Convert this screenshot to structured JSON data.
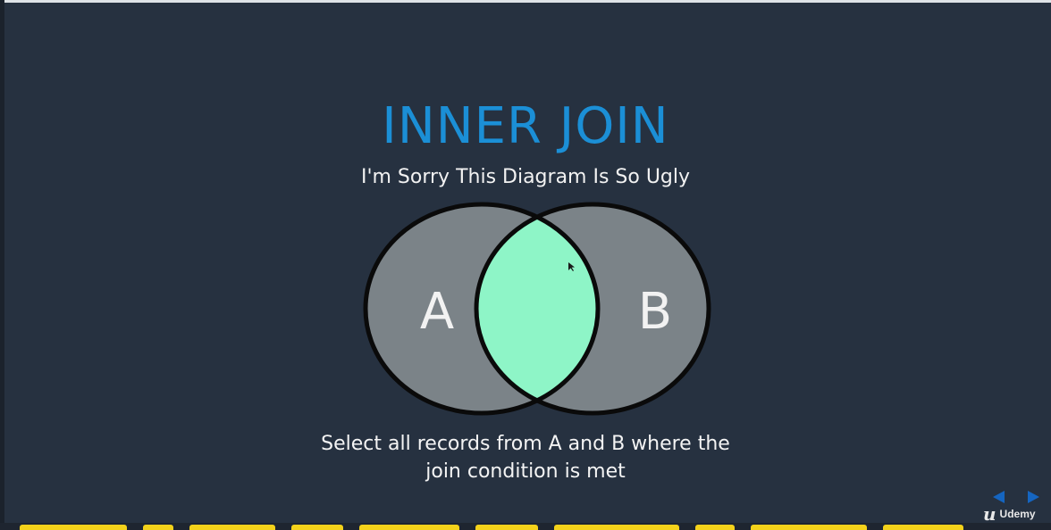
{
  "slide": {
    "title": "INNER JOIN",
    "subtitle": "I'm Sorry This Diagram Is So Ugly",
    "caption_line1": "Select all records from A and B where the",
    "caption_line2": "join condition is met"
  },
  "diagram": {
    "type": "venn",
    "sets": [
      {
        "label": "A"
      },
      {
        "label": "B"
      }
    ],
    "highlighted_region": "intersection",
    "colors": {
      "background": "#263140",
      "circle_fill": "#7b8388",
      "circle_stroke": "#0a0a0a",
      "intersection_fill": "#8ef5c7",
      "title": "#1b8fd6",
      "text": "#f2f2f2"
    }
  },
  "player": {
    "brand_mark": "u",
    "brand_name": "Udemy",
    "prev_icon": "triangle-left-icon",
    "next_icon": "triangle-right-icon"
  }
}
